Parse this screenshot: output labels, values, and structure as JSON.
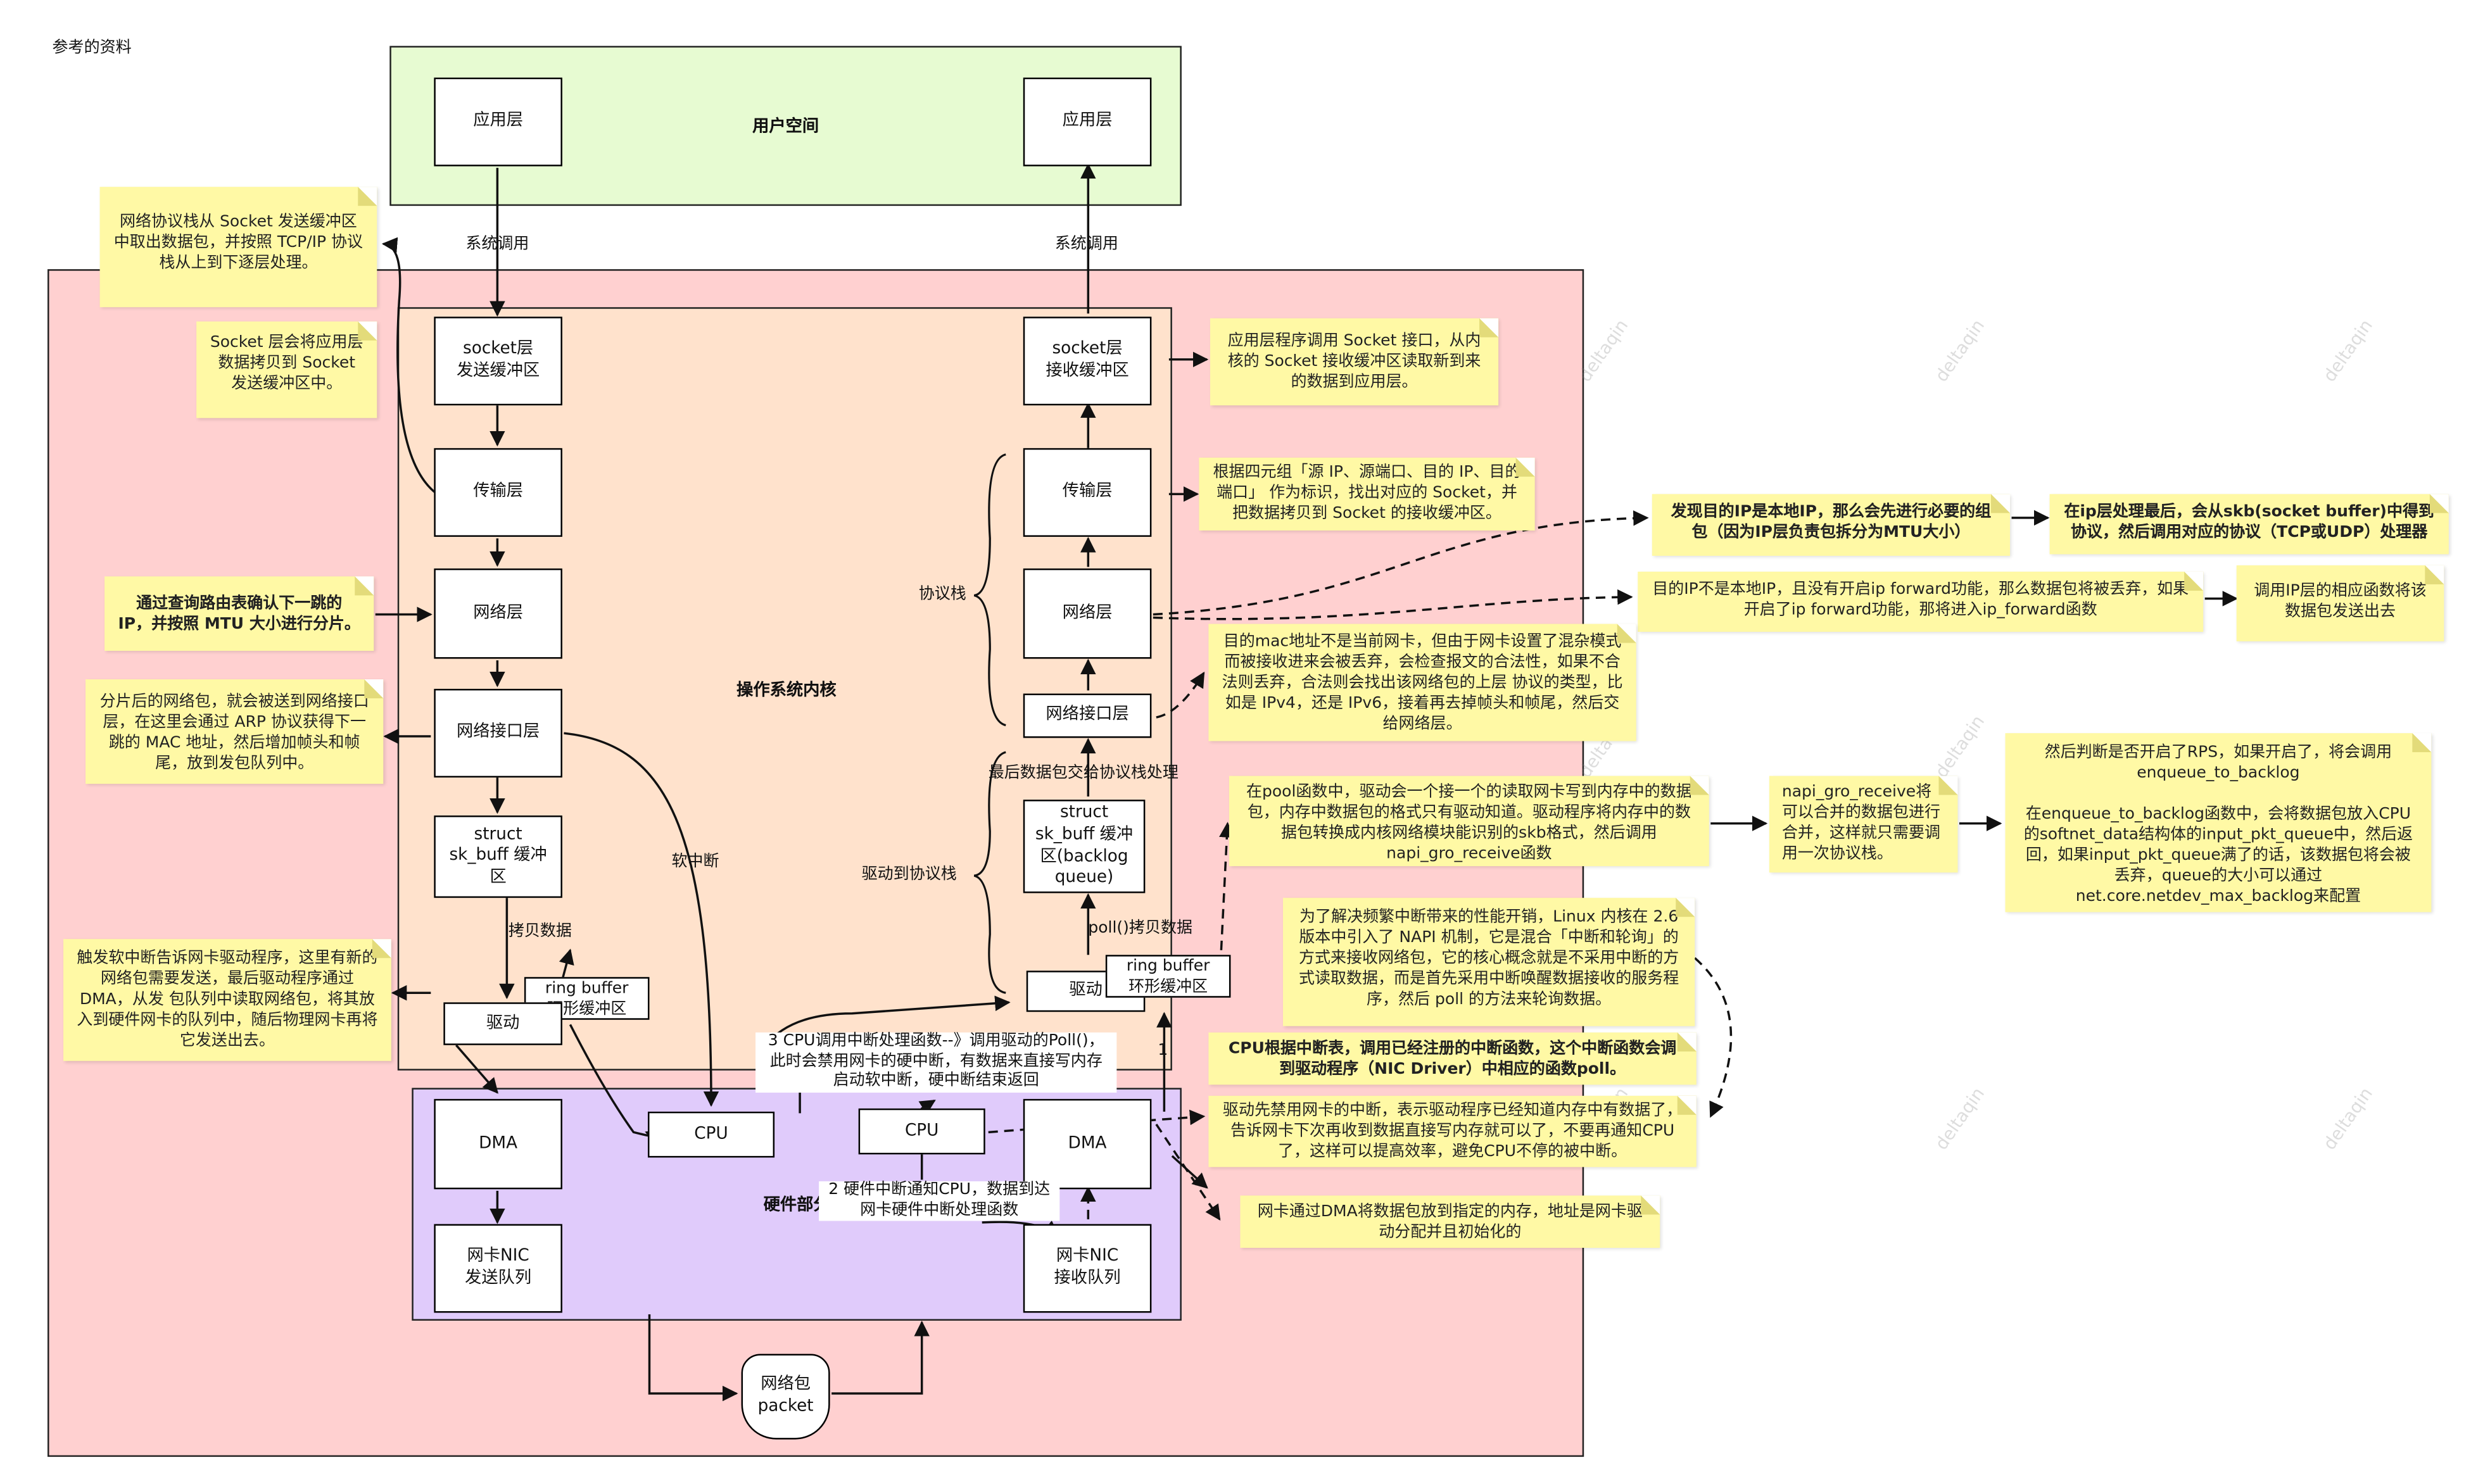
{
  "ref_label": "参考的资料",
  "regions": {
    "user_space": "用户空间",
    "kernel": "操作系统内核",
    "hardware": "硬件部分"
  },
  "left": {
    "app": "应用层",
    "socket": "socket层\n发送缓冲区",
    "transport": "传输层",
    "network": "网络层",
    "netif": "网络接口层",
    "skb": "struct\nsk_buff 缓冲\n区",
    "ring": "ring buffer\n环形缓冲区",
    "driver": "驱动",
    "dma": "DMA",
    "nic": "网卡NIC\n发送队列"
  },
  "right": {
    "app": "应用层",
    "socket": "socket层\n接收缓冲区",
    "transport": "传输层",
    "network": "网络层",
    "netif": "网络接口层",
    "skb": "struct\nsk_buff 缓冲\n区(backlog\nqueue)",
    "ring": "ring buffer\n环形缓冲区",
    "driver": "驱动",
    "dma": "DMA",
    "nic": "网卡NIC\n接收队列"
  },
  "cpu1": "CPU",
  "cpu2": "CPU",
  "packet": "网络包\npacket",
  "labels": {
    "syscall_left": "系统调用",
    "syscall_right": "系统调用",
    "protocol_stack": "协议栈",
    "driver_to_stack": "驱动到协议栈",
    "final_pkt": "最后数据包交给协议栈处理",
    "softirq": "软中断",
    "copy": "拷贝数据",
    "poll_copy": "poll()拷贝数据",
    "step1": "1",
    "step2": "2 硬件中断通知CPU，数据到达\n网卡硬件中断处理函数",
    "step3": "3 CPU调用中断处理函数--》调用驱动的Poll()，\n此时会禁用网卡的硬中断，有数据来直接写内存\n启动软中断，硬中断结束返回"
  },
  "notes": {
    "n1": "网络协议栈从 Socket 发送缓冲区中取出数据包，并按照 TCP/IP 协议栈从上到下逐层处理。",
    "n2": "Socket 层会将应用层数据拷贝到 Socket 发送缓冲区中。",
    "n3": "通过查询路由表确认下一跳的 IP，并按照 MTU 大小进行分片。",
    "n4": "分片后的网络包，就会被送到网络接口层，在这里会通过 ARP 协议获得下一跳的 MAC 地址，然后增加帧头和帧 尾，放到发包队列中。",
    "n5": "触发软中断告诉网卡驱动程序，这里有新的网络包需要发送，最后驱动程序通过 DMA，从发 包队列中读取网络包，将其放入到硬件网卡的队列中，随后物理网卡再将它发送出去。",
    "r1": "应用层程序调用 Socket 接口，从内核的 Socket 接收缓冲区读取新到来的数据到应用层。",
    "r2": "根据四元组「源 IP、源端口、目的 IP、目的端口」 作为标识，找出对应的 Socket，并把数据拷贝到 Socket 的接收缓冲区。",
    "r3": "发现目的IP是本地IP，那么会先进行必要的组包（因为IP层负责包拆分为MTU大小）",
    "r4": "在ip层处理最后，会从skb(socket buffer)中得到协议，然后调用对应的协议（TCP或UDP）处理器",
    "r5": "目的IP不是本地IP，且没有开启ip forward功能，那么数据包将被丢弃，如果开启了ip forward功能，那将进入ip_forward函数",
    "r6": "调用IP层的相应函数将该数据包发送出去",
    "r7": "目的mac地址不是当前网卡，但由于网卡设置了混杂模式而被接收进来会被丢弃，会检查报文的合法性，如果不合法则丢弃，合法则会找出该网络包的上层 协议的类型，比如是 IPv4，还是 IPv6，接着再去掉帧头和帧尾，然后交给网络层。",
    "r8": "在pool函数中，驱动会一个接一个的读取网卡写到内存中的数据包，内存中数据包的格式只有驱动知道。驱动程序将内存中的数据包转换成内核网络模块能识别的skb格式，然后调用napi_gro_receive函数",
    "r9": "napi_gro_receive将可以合并的数据包进行合并，这样就只需要调用一次协议栈。",
    "r10a": "然后判断是否开启了RPS，如果开启了，将会调用enqueue_to_backlog",
    "r10b": "在enqueue_to_backlog函数中，会将数据包放入CPU的softnet_data结构体的input_pkt_queue中，然后返回，如果input_pkt_queue满了的话，该数据包将会被丢弃，queue的大小可以通过net.core.netdev_max_backlog来配置",
    "r11": "为了解决频繁中断带来的性能开销，Linux 内核在 2.6 版本中引入了 NAPI 机制，它是混合「中断和轮询」的方式来接收网络包，它的核心概念就是不采用中断的方式读取数据，而是首先采用中断唤醒数据接收的服务程序，然后 poll 的方法来轮询数据。",
    "r12": "CPU根据中断表，调用已经注册的中断函数，这个中断函数会调到驱动程序（NIC Driver）中相应的函数poll。",
    "r13": "驱动先禁用网卡的中断，表示驱动程序已经知道内存中有数据了，告诉网卡下次再收到数据直接写内存就可以了，不要再通知CPU了，这样可以提高效率，避免CPU不停的被中断。",
    "r14": "网卡通过DMA将数据包放到指定的内存，地址是网卡驱动分配并且初始化的"
  },
  "colors": {
    "user_space": "#e7fbd2",
    "kernel_outer": "#ffd0d0",
    "kernel_inner": "#ffe2cc",
    "hardware": "#e0cbfb",
    "note": "#fff9a5",
    "watermark_text": "deltaqin"
  }
}
